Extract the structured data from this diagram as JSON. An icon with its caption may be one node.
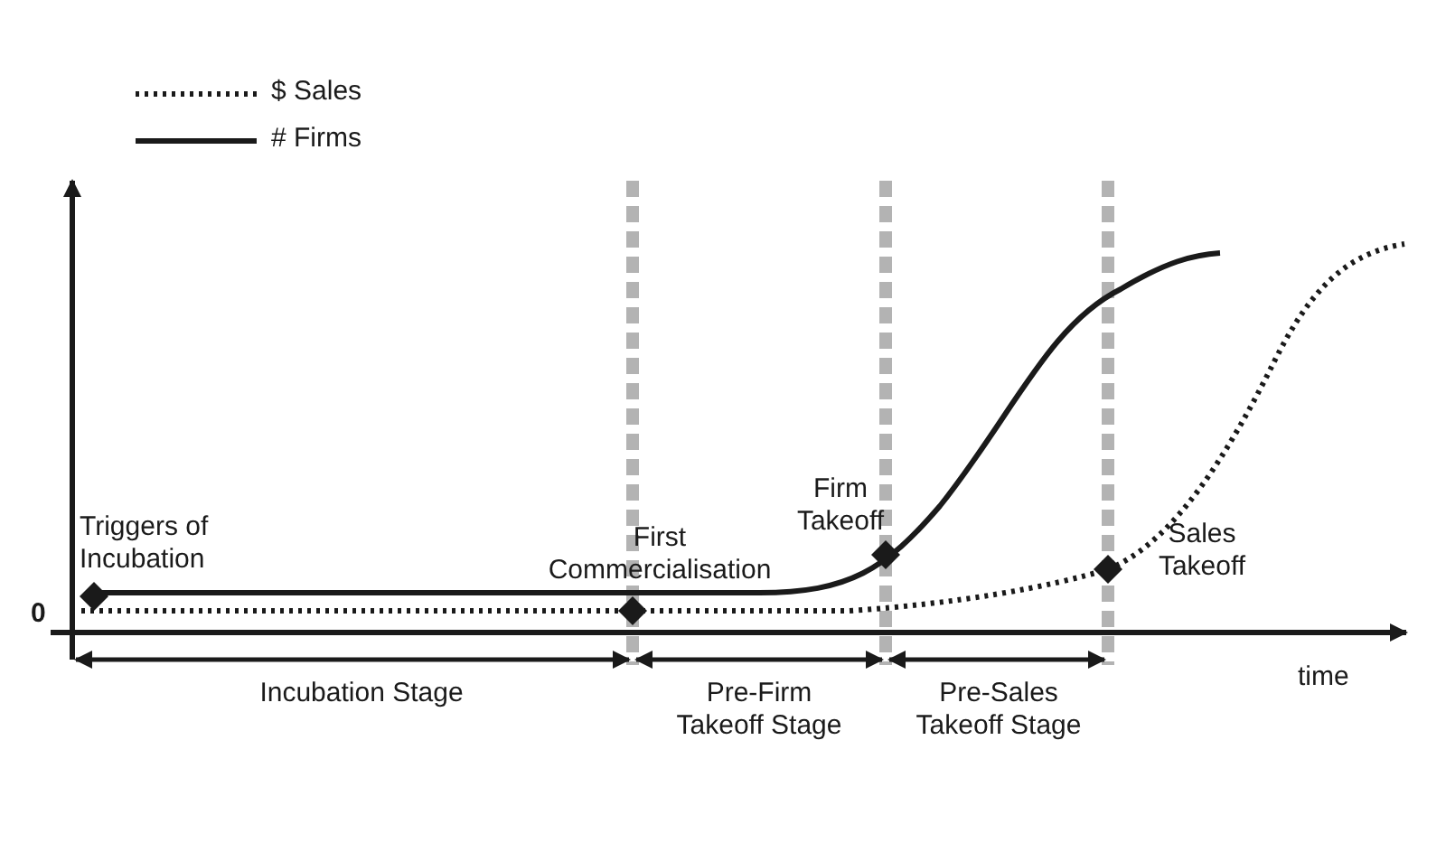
{
  "diagram": {
    "labels": [
      "0",
      "time",
      "Triggers of Incubation",
      "First Commercialisation",
      "Firm Takeoff",
      "Sales Takeoff",
      "Incubation Stage",
      "Pre-Firm Takeoff Stage",
      "Pre-Sales Takeoff Stage"
    ],
    "legend": [
      {
        "text": "$ Sales"
      },
      {
        "text": "# Firms"
      }
    ]
  }
}
